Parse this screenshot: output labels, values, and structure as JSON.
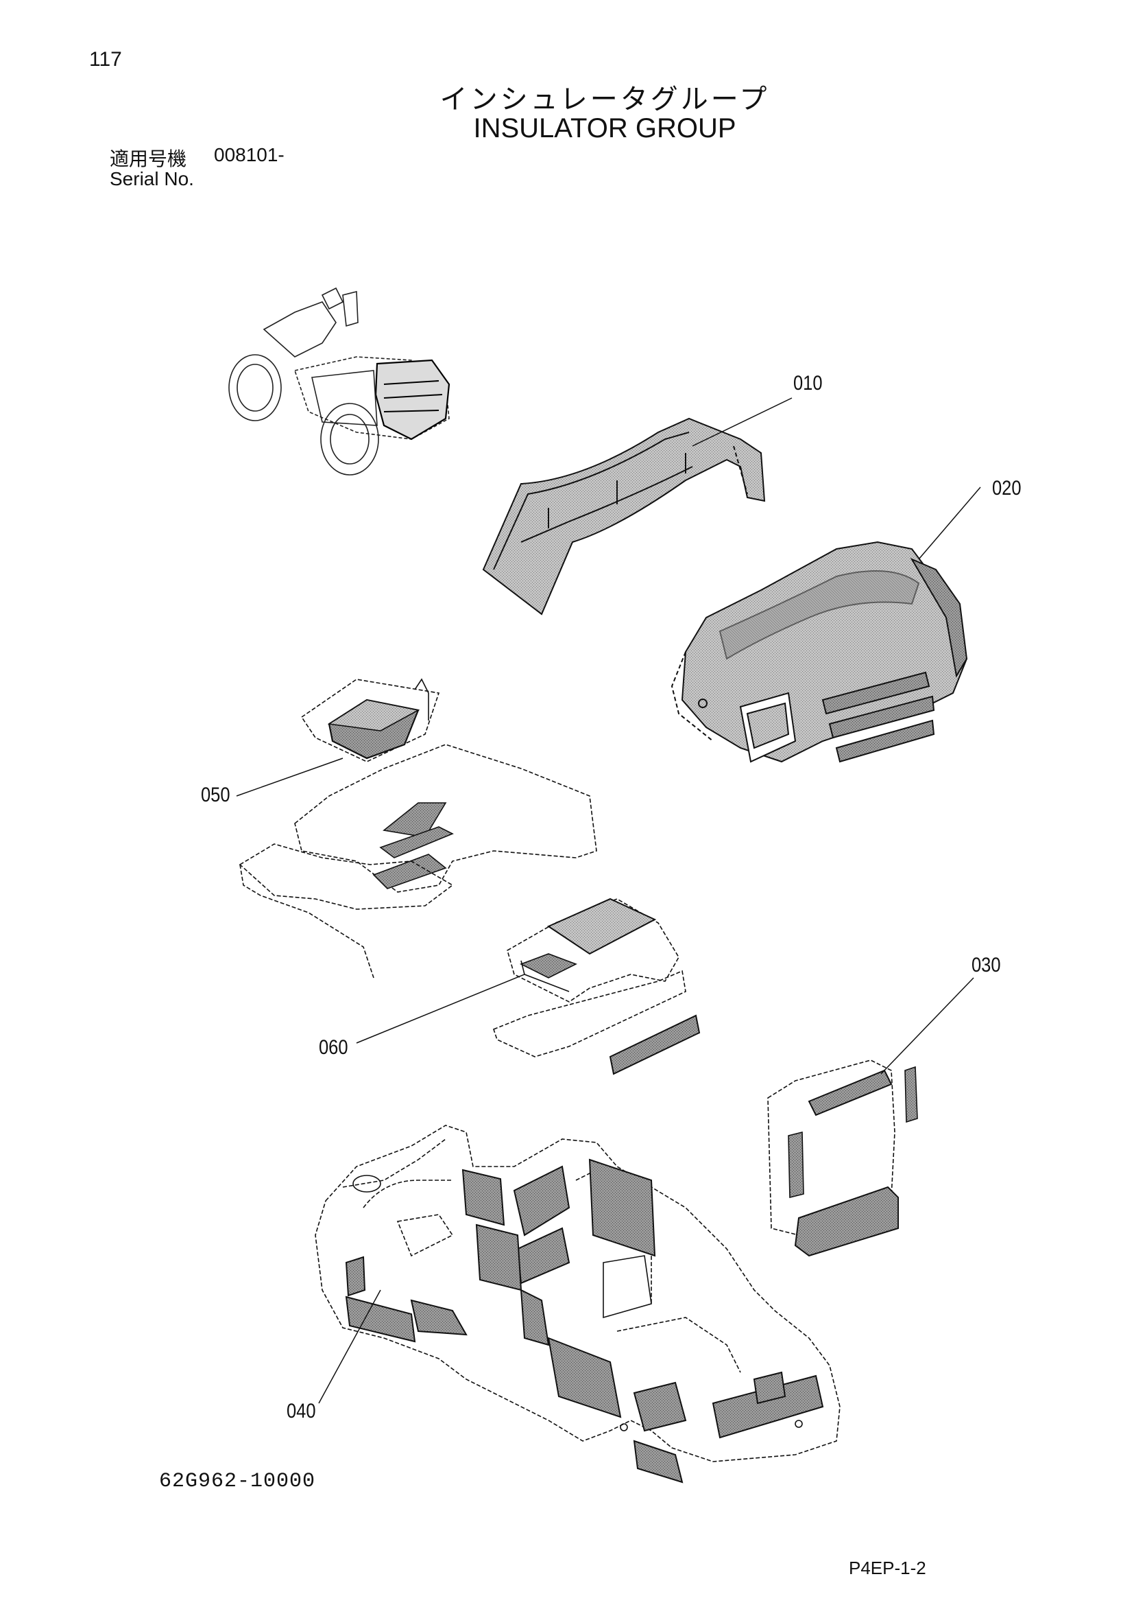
{
  "page": {
    "page_number": "117",
    "title_jp": "インシュレータグループ",
    "title_en": "INSULATOR GROUP",
    "serial_label_jp": "適用号機",
    "serial_value": "008101-",
    "serial_label_en": "Serial No.",
    "drawing_number": "62G962-10000",
    "page_code": "P4EP-1-2"
  },
  "callouts": [
    "010",
    "020",
    "030",
    "040",
    "050",
    "060"
  ],
  "colors": {
    "ink": "#111111",
    "fill": "#bdbdbd",
    "fill_dark": "#8f8f8f",
    "dash": "#333333"
  }
}
